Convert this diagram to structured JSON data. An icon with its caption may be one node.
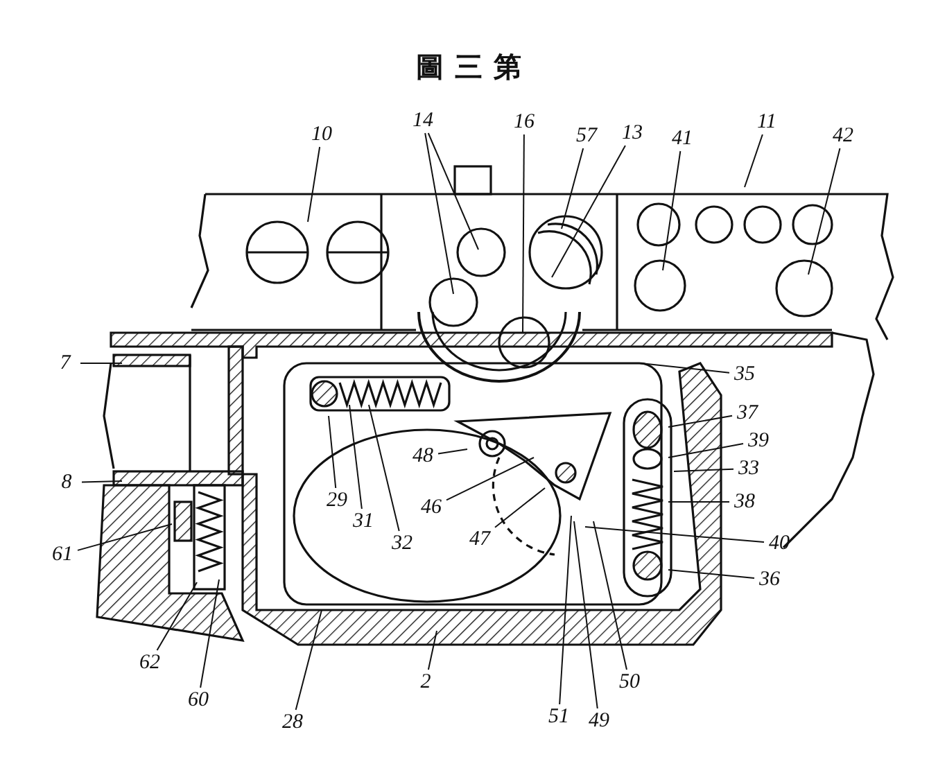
{
  "diagram": {
    "title": "圖三第",
    "nodes": [
      {
        "text": [
          "10"
        ]
      },
      {
        "text": [
          "14"
        ]
      },
      {
        "text": [
          "16"
        ]
      },
      {
        "text": [
          "57"
        ]
      },
      {
        "text": [
          "13"
        ]
      },
      {
        "text": [
          "41"
        ]
      },
      {
        "text": [
          "11"
        ]
      },
      {
        "text": [
          "42"
        ]
      },
      {
        "text": [
          "7"
        ]
      },
      {
        "text": [
          "8"
        ]
      },
      {
        "text": [
          "61"
        ]
      },
      {
        "text": [
          "62"
        ]
      },
      {
        "text": [
          "60"
        ]
      },
      {
        "text": [
          "28"
        ]
      },
      {
        "text": [
          "2"
        ]
      },
      {
        "text": [
          "29"
        ]
      },
      {
        "text": [
          "31"
        ]
      },
      {
        "text": [
          "32"
        ]
      },
      {
        "text": [
          "48"
        ]
      },
      {
        "text": [
          "46"
        ]
      },
      {
        "text": [
          "47"
        ]
      },
      {
        "text": [
          "51"
        ]
      },
      {
        "text": [
          "49"
        ]
      },
      {
        "text": [
          "50"
        ]
      },
      {
        "text": [
          "35"
        ]
      },
      {
        "text": [
          "37"
        ]
      },
      {
        "text": [
          "39"
        ]
      },
      {
        "text": [
          "33"
        ]
      },
      {
        "text": [
          "38"
        ]
      },
      {
        "text": [
          "40"
        ]
      },
      {
        "text": [
          "36"
        ]
      }
    ],
    "edges": [
      {
        "from": 0,
        "to": null,
        "arrow": "none"
      },
      {
        "from": 1,
        "to": null,
        "arrow": "none"
      },
      {
        "from": 1,
        "to": null,
        "arrow": "none"
      },
      {
        "from": 2,
        "to": null,
        "arrow": "none"
      },
      {
        "from": 3,
        "to": null,
        "arrow": "none"
      },
      {
        "from": 4,
        "to": null,
        "arrow": "none"
      },
      {
        "from": 5,
        "to": null,
        "arrow": "none"
      },
      {
        "from": 6,
        "to": null,
        "arrow": "none"
      },
      {
        "from": 7,
        "to": null,
        "arrow": "none"
      },
      {
        "from": 8,
        "to": null,
        "arrow": "none"
      },
      {
        "from": 9,
        "to": null,
        "arrow": "none"
      },
      {
        "from": 10,
        "to": null,
        "arrow": "none"
      },
      {
        "from": 11,
        "to": null,
        "arrow": "none"
      },
      {
        "from": 12,
        "to": null,
        "arrow": "none"
      },
      {
        "from": 13,
        "to": null,
        "arrow": "none"
      },
      {
        "from": 14,
        "to": null,
        "arrow": "none"
      },
      {
        "from": 15,
        "to": null,
        "arrow": "none"
      },
      {
        "from": 16,
        "to": null,
        "arrow": "none"
      },
      {
        "from": 17,
        "to": null,
        "arrow": "none"
      },
      {
        "from": 18,
        "to": null,
        "arrow": "none"
      },
      {
        "from": 19,
        "to": null,
        "arrow": "none"
      },
      {
        "from": 20,
        "to": null,
        "arrow": "none"
      },
      {
        "from": 21,
        "to": null,
        "arrow": "none"
      },
      {
        "from": 22,
        "to": null,
        "arrow": "none"
      },
      {
        "from": 23,
        "to": null,
        "arrow": "none"
      },
      {
        "from": 24,
        "to": null,
        "arrow": "none"
      },
      {
        "from": 25,
        "to": null,
        "arrow": "none"
      },
      {
        "from": 26,
        "to": null,
        "arrow": "none"
      },
      {
        "from": 27,
        "to": null,
        "arrow": "none"
      },
      {
        "from": 28,
        "to": null,
        "arrow": "none"
      },
      {
        "from": 29,
        "to": null,
        "arrow": "none"
      },
      {
        "from": 30,
        "to": null,
        "arrow": "none"
      }
    ]
  }
}
